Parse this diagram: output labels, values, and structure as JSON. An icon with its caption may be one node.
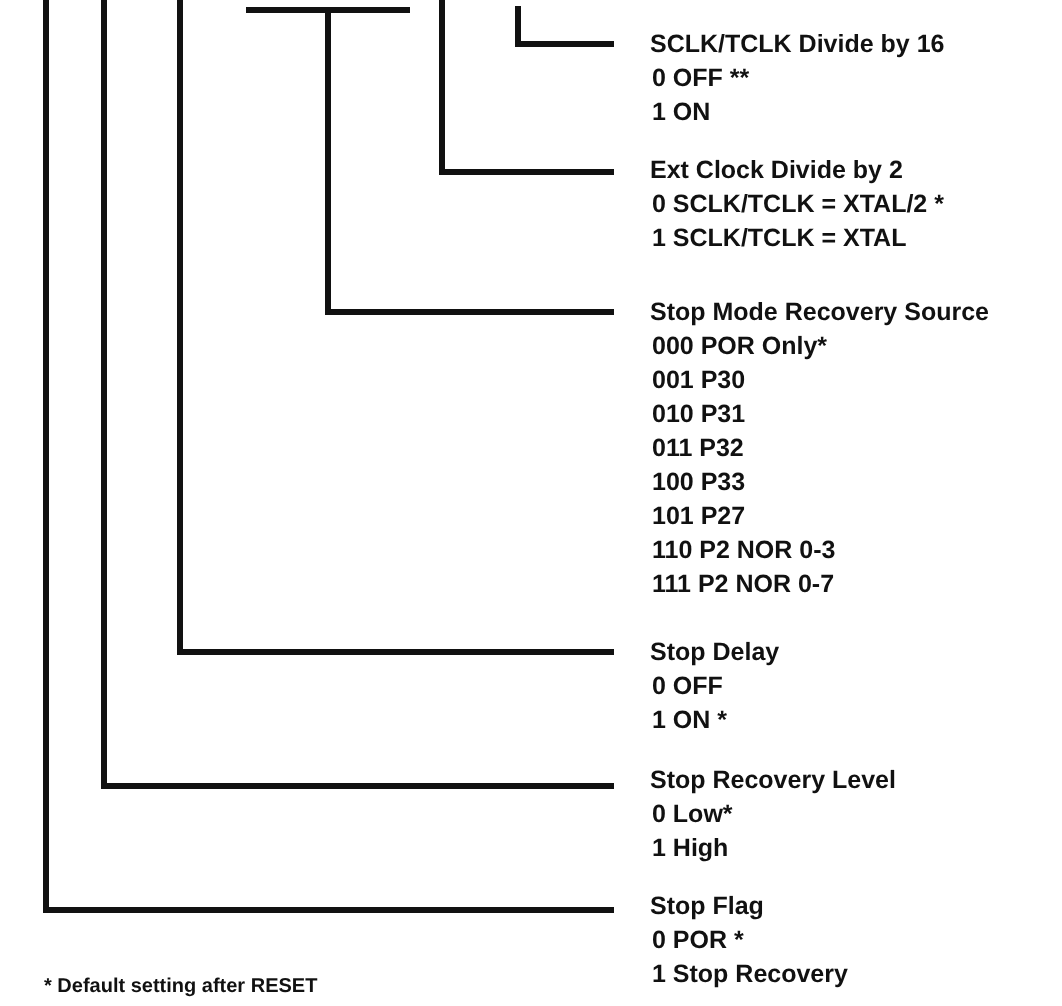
{
  "diagram": {
    "nodes": [
      {
        "text": [
          "SCLK/TCLK Divide by 16",
          "0 OFF **",
          "1 ON"
        ]
      },
      {
        "text": [
          "Ext Clock Divide by 2",
          "0 SCLK/TCLK = XTAL/2 *",
          "1 SCLK/TCLK = XTAL"
        ]
      },
      {
        "text": [
          "Stop Mode Recovery Source",
          "000 POR Only*",
          "001 P30",
          "010 P31",
          "011 P32",
          "100 P33",
          "101 P27",
          "110 P2 NOR 0-3",
          "111 P2 NOR 0-7"
        ]
      },
      {
        "text": [
          "Stop Delay",
          "0 OFF",
          "1 ON *"
        ]
      },
      {
        "text": [
          "Stop Recovery Level",
          "0 Low*",
          "1 High"
        ]
      },
      {
        "text": [
          "Stop Flag",
          "0 POR *",
          "1 Stop Recovery"
        ]
      }
    ],
    "edges": [
      {
        "from": 0,
        "to": null,
        "arrow": "none"
      },
      {
        "from": 1,
        "to": null,
        "arrow": "none"
      },
      {
        "from": 2,
        "to": null,
        "arrow": "none"
      },
      {
        "from": 3,
        "to": null,
        "arrow": "none"
      },
      {
        "from": 4,
        "to": null,
        "arrow": "none"
      },
      {
        "from": 5,
        "to": null,
        "arrow": "none"
      }
    ],
    "labels": [
      "* Default setting after RESET"
    ]
  }
}
